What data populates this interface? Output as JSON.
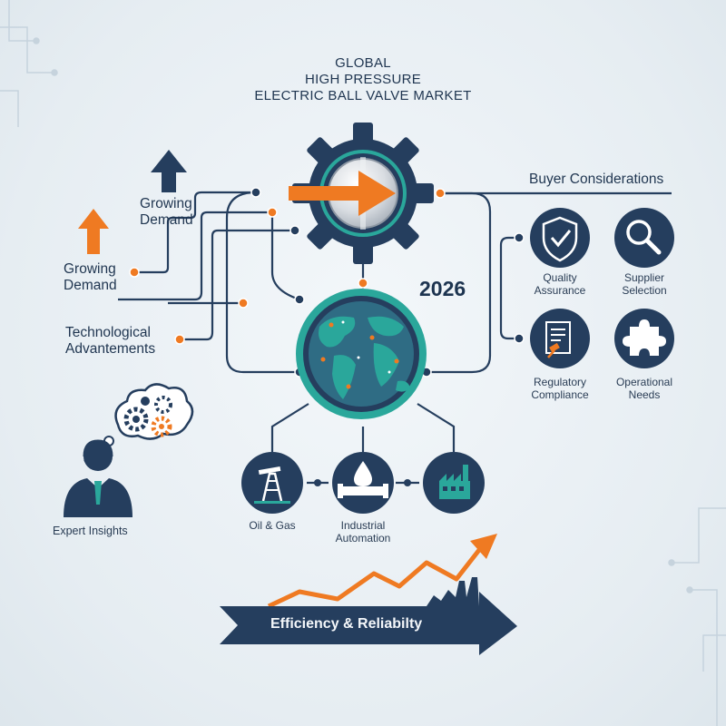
{
  "title": {
    "line1": "GLOBAL",
    "line2": "HIGH PRESSURE",
    "line3": "ELECTRIC BALL VALVE MARKET"
  },
  "year": "2026",
  "left_labels": {
    "growing_demand_upper": [
      "Growing",
      "Demand"
    ],
    "growing_demand_lower": [
      "Growing",
      "Demand"
    ],
    "technological": [
      "Technological",
      "Advantements"
    ],
    "expert": "Expert Insights"
  },
  "buyer": {
    "heading": "Buyer Considerations",
    "items": [
      {
        "label": [
          "Quality",
          "Assurance"
        ],
        "icon": "shield-check-icon"
      },
      {
        "label": [
          "Supplier",
          "Selection"
        ],
        "icon": "magnifier-icon"
      },
      {
        "label": [
          "Regulatory",
          "Compliance"
        ],
        "icon": "document-gavel-icon"
      },
      {
        "label": [
          "Operational",
          "Needs"
        ],
        "icon": "puzzle-icon"
      }
    ]
  },
  "industries": [
    {
      "label": [
        "Oil & Gas"
      ],
      "icon": "oil-derrick-icon"
    },
    {
      "label": [
        "Industrial",
        "Automation"
      ],
      "icon": "pipe-drop-icon"
    },
    {
      "label": [],
      "icon": "factory-icon"
    }
  ],
  "banner": {
    "text": "Efficiency & Reliabilty"
  },
  "colors": {
    "navy": "#253e5e",
    "teal": "#2aa79b",
    "orange": "#ef7a22",
    "text": "#1f3550"
  }
}
